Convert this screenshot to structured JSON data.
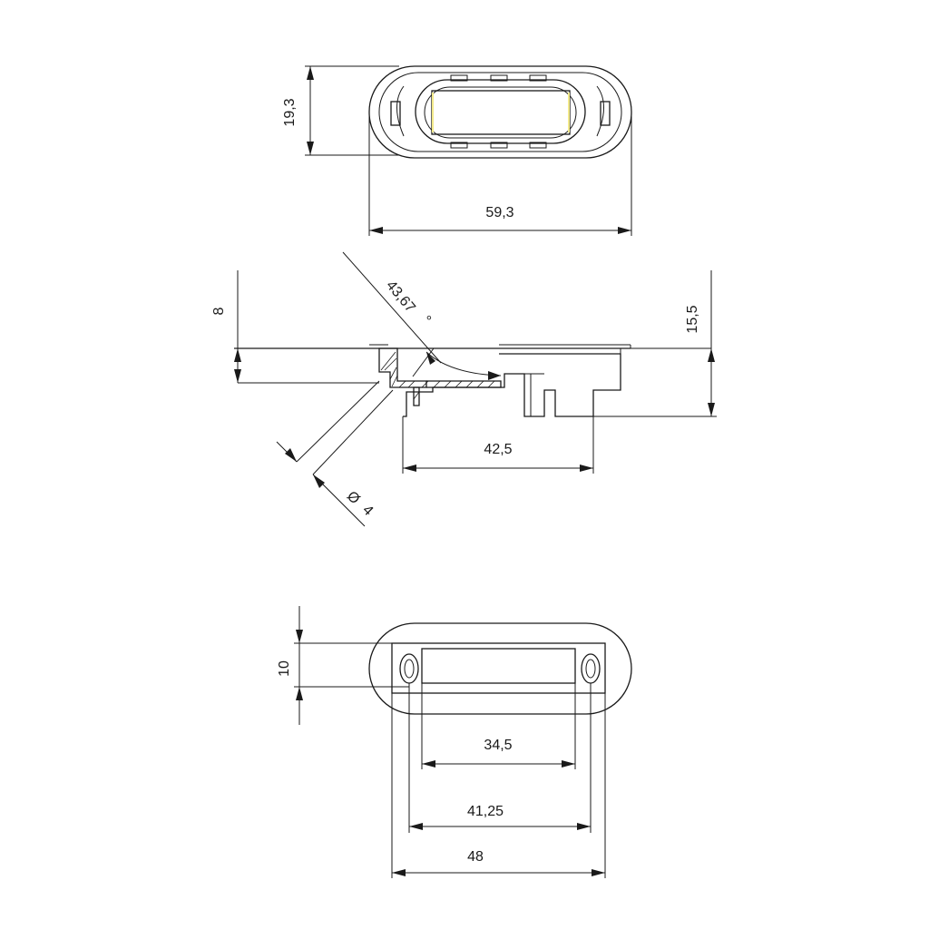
{
  "top_view": {
    "height_dim": "19,3",
    "width_dim": "59,3"
  },
  "side_view": {
    "angle_dim": "43,67",
    "angle_unit": "°",
    "left_height_dim": "8",
    "right_height_dim": "15,5",
    "base_width_dim": "42,5",
    "hole_diameter_dim": "4",
    "diameter_symbol": "Ø"
  },
  "bottom_view": {
    "height_dim": "10",
    "inner_width_dim": "34,5",
    "hole_spacing_dim": "41,25",
    "plate_width_dim": "48"
  }
}
